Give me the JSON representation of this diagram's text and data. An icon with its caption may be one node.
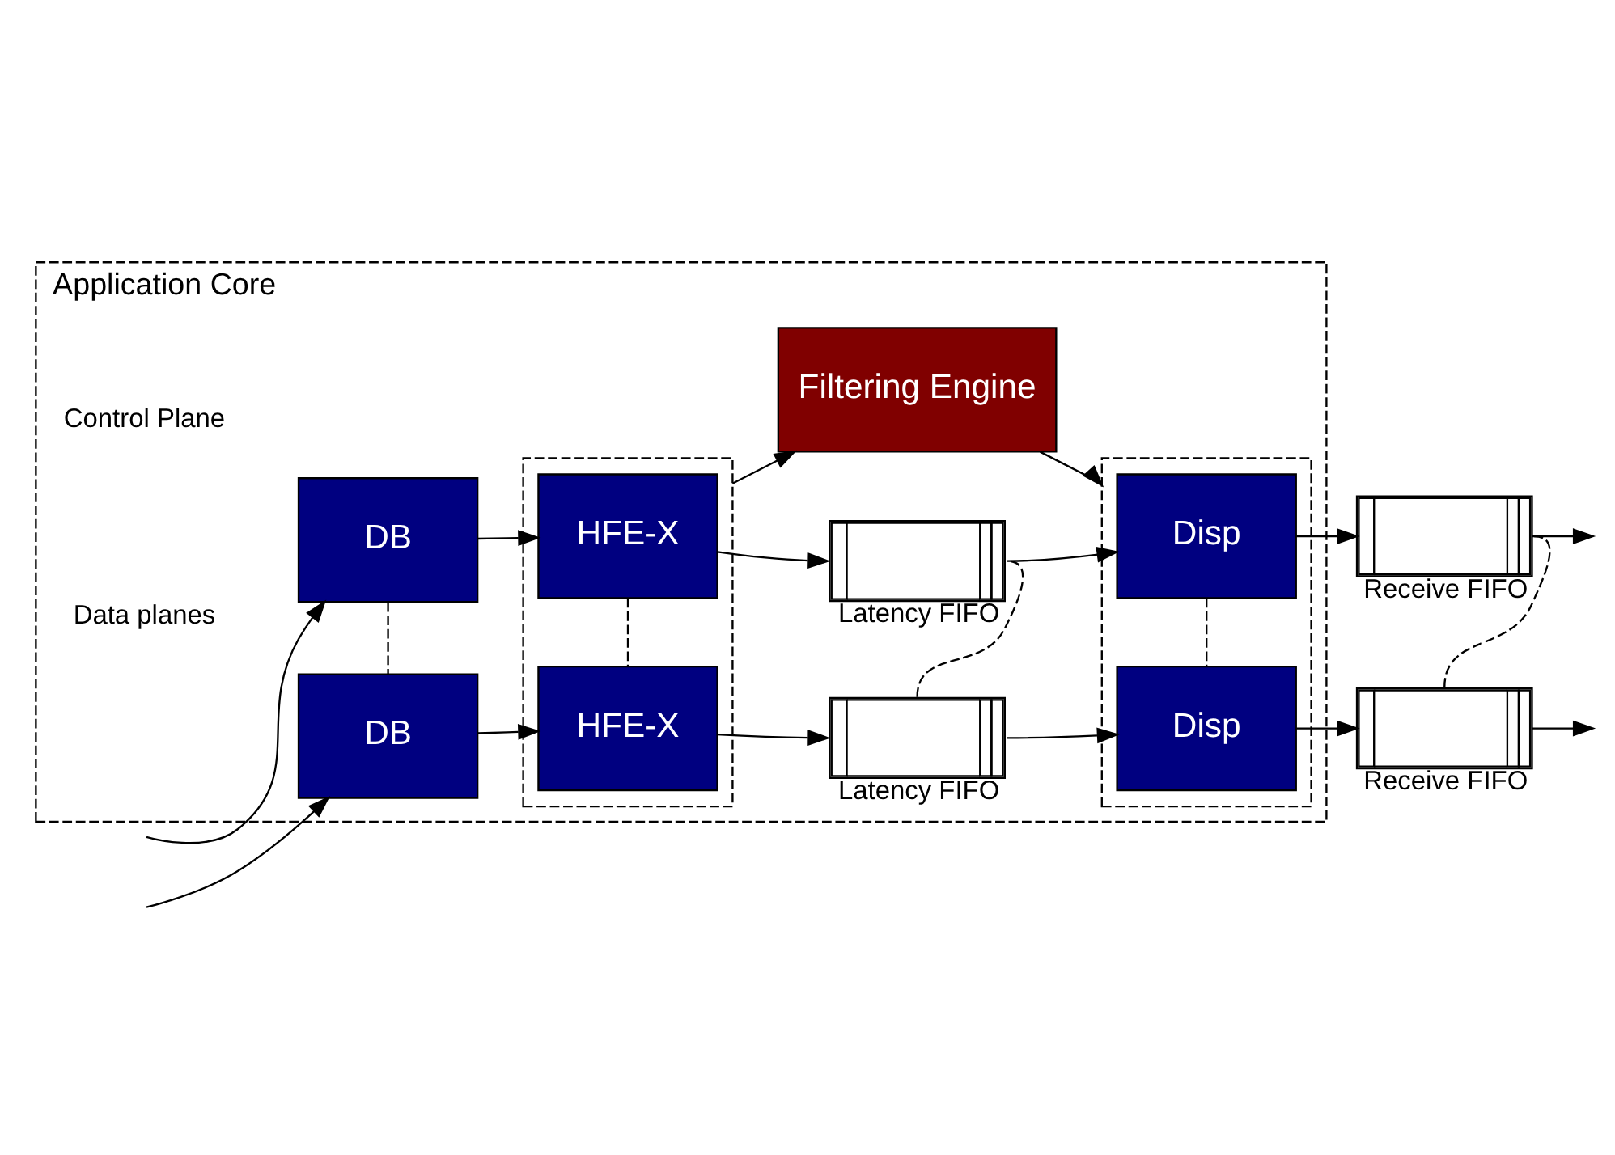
{
  "diagram": {
    "nodes": [
      {
        "text": [
          "Application Core"
        ]
      },
      {
        "text": [
          "Filtering Engine"
        ],
        "in": 0
      },
      {
        "text": [],
        "shape": "box",
        "in": 0
      },
      {
        "text": [],
        "shape": "box",
        "in": 0
      },
      {
        "text": [
          "DB"
        ],
        "in": 0
      },
      {
        "text": [
          "HFE-X"
        ],
        "in": 2
      },
      {
        "text": [],
        "shape": "box",
        "beside": [
          "Latency FIFO"
        ],
        "in": 0
      },
      {
        "text": [
          "Disp"
        ],
        "in": 3
      },
      {
        "text": [],
        "shape": "box",
        "beside": [
          "Receive FIFO"
        ]
      },
      {
        "text": [
          "DB"
        ],
        "in": 0
      },
      {
        "text": [
          "HFE-X"
        ],
        "in": 2
      },
      {
        "text": [],
        "shape": "box",
        "beside": [
          "Latency FIFO"
        ],
        "in": 0
      },
      {
        "text": [
          "Disp"
        ],
        "in": 3
      },
      {
        "text": [],
        "shape": "box",
        "beside": [
          "Receive FIFO"
        ]
      }
    ],
    "edges": [
      {
        "from": null,
        "to": 4,
        "arrow": "to"
      },
      {
        "from": 4,
        "to": 5,
        "arrow": "to"
      },
      {
        "from": 5,
        "to": 6,
        "arrow": "to"
      },
      {
        "from": 6,
        "to": 7,
        "arrow": "to"
      },
      {
        "from": 7,
        "to": 8,
        "arrow": "to"
      },
      {
        "from": 8,
        "to": null,
        "arrow": "to"
      },
      {
        "from": null,
        "to": 9,
        "arrow": "to"
      },
      {
        "from": 9,
        "to": 10,
        "arrow": "to"
      },
      {
        "from": 10,
        "to": 11,
        "arrow": "to"
      },
      {
        "from": 11,
        "to": 12,
        "arrow": "to"
      },
      {
        "from": 12,
        "to": 13,
        "arrow": "to"
      },
      {
        "from": 13,
        "to": null,
        "arrow": "to"
      },
      {
        "from": 2,
        "to": 1,
        "arrow": "to"
      },
      {
        "from": 1,
        "to": 3,
        "arrow": "to"
      },
      {
        "from": 4,
        "to": 9,
        "arrow": "none",
        "style": "dashed"
      },
      {
        "from": 5,
        "to": 10,
        "arrow": "none",
        "style": "dashed"
      },
      {
        "from": 6,
        "to": 11,
        "arrow": "none",
        "style": "dashed"
      },
      {
        "from": 7,
        "to": 12,
        "arrow": "none",
        "style": "dashed"
      },
      {
        "from": 8,
        "to": 13,
        "arrow": "none",
        "style": "dashed"
      }
    ],
    "labels": [
      "Control Plane",
      "Data planes"
    ]
  }
}
